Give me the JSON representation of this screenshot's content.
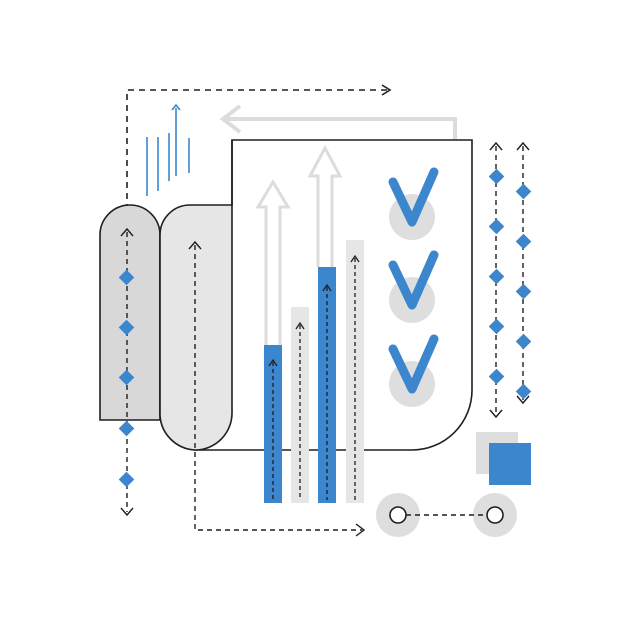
{
  "illustration": {
    "subject": "document-with-checklist-and-growth-bars",
    "checklist": {
      "items": 3,
      "all_checked": true
    },
    "bar_levels": [
      {
        "series": "blue",
        "fraction": 0.5
      },
      {
        "series": "blue",
        "fraction": 0.65
      }
    ],
    "colors": {
      "accent_blue": "#3b86cd",
      "light_gray": "#e6e6e6",
      "mid_gray": "#d8d8d8",
      "outline_dark": "#1f1f1f",
      "arrow_gray": "#dcdcdc"
    },
    "icons": [
      "scroll-document-icon",
      "checkmark-icon",
      "up-arrow-icon",
      "dashed-flow-arrow-icon",
      "diamond-marker-icon",
      "square-stack-icon",
      "node-connector-icon"
    ]
  }
}
